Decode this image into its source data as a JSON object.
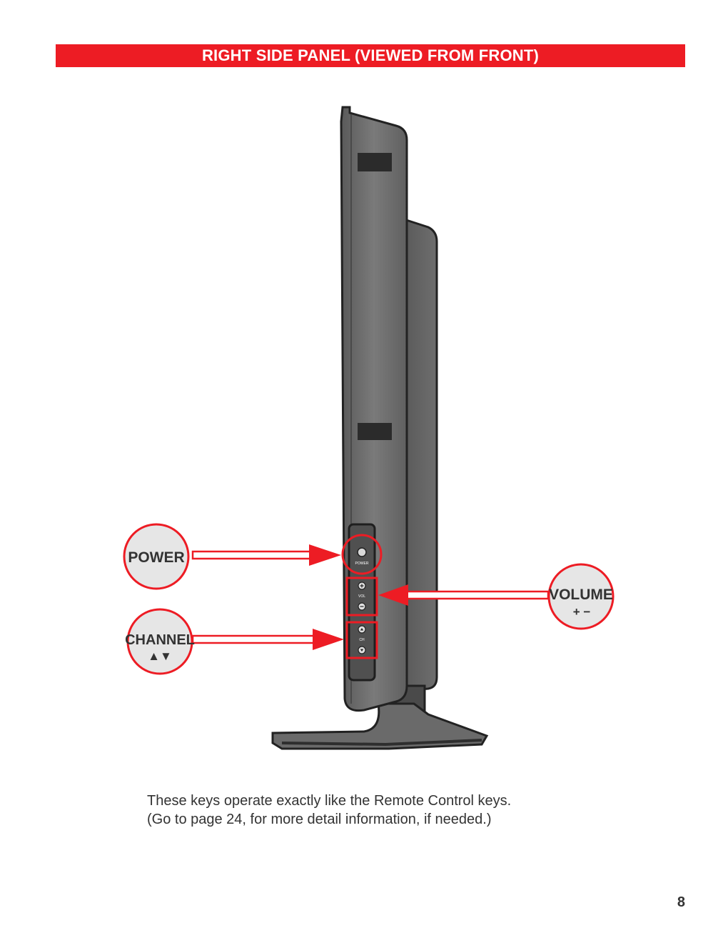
{
  "header": {
    "title": "RIGHT SIDE PANEL (VIEWED FROM FRONT)"
  },
  "callouts": {
    "power": {
      "label": "POWER"
    },
    "channel": {
      "label": "CHANNEL",
      "symbols": "▲▼"
    },
    "volume": {
      "label": "VOLUME",
      "symbols": "+ −"
    }
  },
  "panel_labels": {
    "power": "POWER",
    "vol": "VOL",
    "ch": "CH"
  },
  "caption": {
    "line1": "These keys operate exactly like the Remote Control keys.",
    "line2": "(Go to page 24, for more detail information, if needed.)"
  },
  "page_number": "8",
  "colors": {
    "accent": "#ed1c24",
    "tv_body": "#6b6b6b",
    "tv_dark": "#3a3a3a"
  },
  "icons": [
    "power-button-icon",
    "volume-up-icon",
    "volume-down-icon",
    "channel-up-icon",
    "channel-down-icon",
    "arrow-right-icon",
    "arrow-left-icon"
  ]
}
